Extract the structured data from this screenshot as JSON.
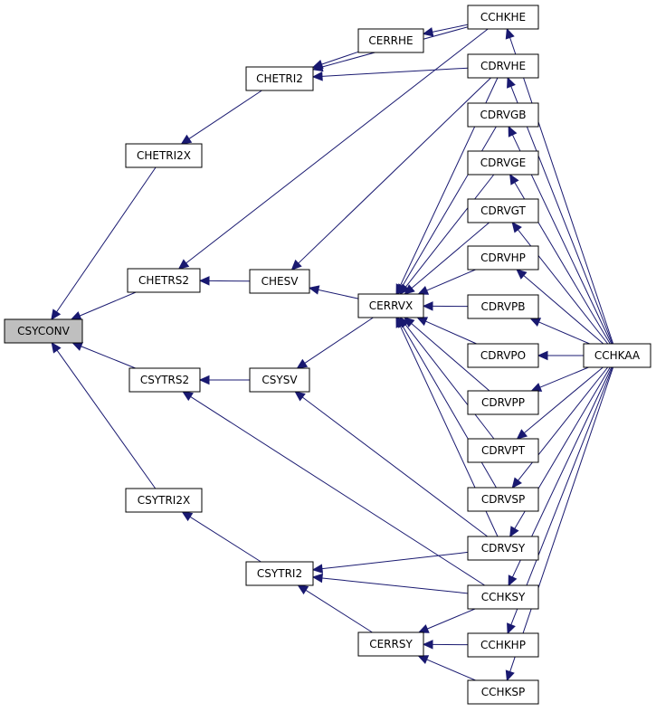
{
  "colors": {
    "edge": "#191970",
    "node_border": "#000000",
    "focus_fill": "#bfbfbf",
    "node_fill": "#ffffff"
  },
  "focus_node": "CSYCONV",
  "nodes": [
    {
      "id": "CSYCONV",
      "label": "CSYCONV"
    },
    {
      "id": "CHETRI2X",
      "label": "CHETRI2X"
    },
    {
      "id": "CHETRS2",
      "label": "CHETRS2"
    },
    {
      "id": "CSYTRS2",
      "label": "CSYTRS2"
    },
    {
      "id": "CSYTRI2X",
      "label": "CSYTRI2X"
    },
    {
      "id": "CHETRI2",
      "label": "CHETRI2"
    },
    {
      "id": "CHESV",
      "label": "CHESV"
    },
    {
      "id": "CSYSV",
      "label": "CSYSV"
    },
    {
      "id": "CSYTRI2",
      "label": "CSYTRI2"
    },
    {
      "id": "CERRHE",
      "label": "CERRHE"
    },
    {
      "id": "CERRVX",
      "label": "CERRVX"
    },
    {
      "id": "CERRSY",
      "label": "CERRSY"
    },
    {
      "id": "CCHKHE",
      "label": "CCHKHE"
    },
    {
      "id": "CDRVHE",
      "label": "CDRVHE"
    },
    {
      "id": "CDRVGB",
      "label": "CDRVGB"
    },
    {
      "id": "CDRVGE",
      "label": "CDRVGE"
    },
    {
      "id": "CDRVGT",
      "label": "CDRVGT"
    },
    {
      "id": "CDRVHP",
      "label": "CDRVHP"
    },
    {
      "id": "CDRVPB",
      "label": "CDRVPB"
    },
    {
      "id": "CDRVPO",
      "label": "CDRVPO"
    },
    {
      "id": "CDRVPP",
      "label": "CDRVPP"
    },
    {
      "id": "CDRVPT",
      "label": "CDRVPT"
    },
    {
      "id": "CDRVSP",
      "label": "CDRVSP"
    },
    {
      "id": "CDRVSY",
      "label": "CDRVSY"
    },
    {
      "id": "CCHKSY",
      "label": "CCHKSY"
    },
    {
      "id": "CCHKHP",
      "label": "CCHKHP"
    },
    {
      "id": "CCHKSP",
      "label": "CCHKSP"
    },
    {
      "id": "CCHKAA",
      "label": "CCHKAA"
    }
  ],
  "edges": [
    {
      "from": "CHETRI2X",
      "to": "CSYCONV"
    },
    {
      "from": "CHETRS2",
      "to": "CSYCONV"
    },
    {
      "from": "CSYTRS2",
      "to": "CSYCONV"
    },
    {
      "from": "CSYTRI2X",
      "to": "CSYCONV"
    },
    {
      "from": "CHETRI2",
      "to": "CHETRI2X"
    },
    {
      "from": "CHESV",
      "to": "CHETRS2"
    },
    {
      "from": "CCHKHE",
      "to": "CHETRS2"
    },
    {
      "from": "CSYSV",
      "to": "CSYTRS2"
    },
    {
      "from": "CCHKSY",
      "to": "CSYTRS2"
    },
    {
      "from": "CSYTRI2",
      "to": "CSYTRI2X"
    },
    {
      "from": "CERRHE",
      "to": "CHETRI2"
    },
    {
      "from": "CCHKHE",
      "to": "CHETRI2"
    },
    {
      "from": "CDRVHE",
      "to": "CHETRI2"
    },
    {
      "from": "CERRVX",
      "to": "CHESV"
    },
    {
      "from": "CDRVHE",
      "to": "CHESV"
    },
    {
      "from": "CERRVX",
      "to": "CSYSV"
    },
    {
      "from": "CDRVSY",
      "to": "CSYSV"
    },
    {
      "from": "CERRSY",
      "to": "CSYTRI2"
    },
    {
      "from": "CDRVSY",
      "to": "CSYTRI2"
    },
    {
      "from": "CCHKSY",
      "to": "CSYTRI2"
    },
    {
      "from": "CCHKHE",
      "to": "CERRHE"
    },
    {
      "from": "CDRVHE",
      "to": "CERRVX"
    },
    {
      "from": "CDRVGB",
      "to": "CERRVX"
    },
    {
      "from": "CDRVGE",
      "to": "CERRVX"
    },
    {
      "from": "CDRVGT",
      "to": "CERRVX"
    },
    {
      "from": "CDRVHP",
      "to": "CERRVX"
    },
    {
      "from": "CDRVPB",
      "to": "CERRVX"
    },
    {
      "from": "CDRVPO",
      "to": "CERRVX"
    },
    {
      "from": "CDRVPP",
      "to": "CERRVX"
    },
    {
      "from": "CDRVPT",
      "to": "CERRVX"
    },
    {
      "from": "CDRVSP",
      "to": "CERRVX"
    },
    {
      "from": "CDRVSY",
      "to": "CERRVX"
    },
    {
      "from": "CCHKSY",
      "to": "CERRSY"
    },
    {
      "from": "CCHKHP",
      "to": "CERRSY"
    },
    {
      "from": "CCHKSP",
      "to": "CERRSY"
    },
    {
      "from": "CCHKAA",
      "to": "CCHKHE"
    },
    {
      "from": "CCHKAA",
      "to": "CDRVHE"
    },
    {
      "from": "CCHKAA",
      "to": "CDRVGB"
    },
    {
      "from": "CCHKAA",
      "to": "CDRVGE"
    },
    {
      "from": "CCHKAA",
      "to": "CDRVGT"
    },
    {
      "from": "CCHKAA",
      "to": "CDRVHP"
    },
    {
      "from": "CCHKAA",
      "to": "CDRVPB"
    },
    {
      "from": "CCHKAA",
      "to": "CDRVPO"
    },
    {
      "from": "CCHKAA",
      "to": "CDRVPP"
    },
    {
      "from": "CCHKAA",
      "to": "CDRVPT"
    },
    {
      "from": "CCHKAA",
      "to": "CDRVSP"
    },
    {
      "from": "CCHKAA",
      "to": "CDRVSY"
    },
    {
      "from": "CCHKAA",
      "to": "CCHKSY"
    },
    {
      "from": "CCHKAA",
      "to": "CCHKHP"
    },
    {
      "from": "CCHKAA",
      "to": "CCHKSP"
    }
  ]
}
